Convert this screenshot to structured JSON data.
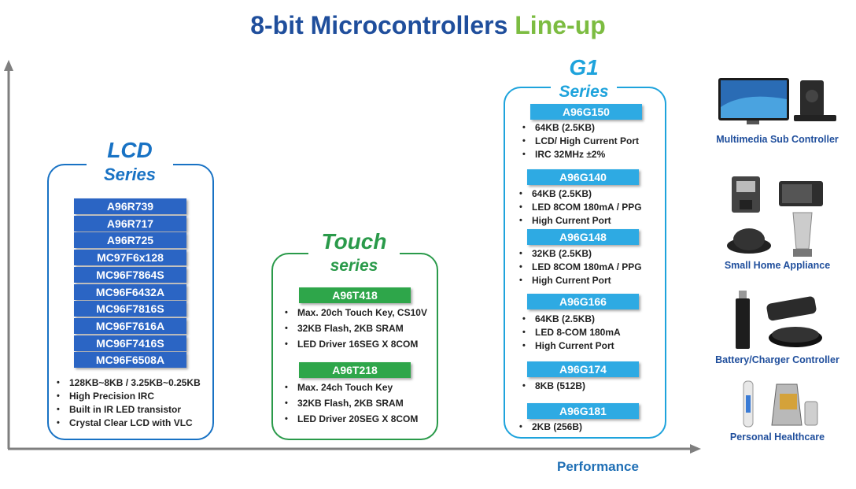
{
  "title": {
    "part1": "8-bit Microcontrollers",
    "part2": "Line-up"
  },
  "axis": {
    "xlabel": "Performance"
  },
  "lcd": {
    "title_line1": "LCD",
    "title_line2": "Series",
    "chips": [
      "A96R739",
      "A96R717",
      "A96R725",
      "MC97F6x128",
      "MC96F7864S",
      "MC96F6432A",
      "MC96F7816S",
      "MC96F7616A",
      "MC96F7416S",
      "MC96F6508A"
    ],
    "features": [
      "128KB~8KB / 3.25KB~0.25KB",
      "High Precision IRC",
      "Built in IR LED transistor",
      "Crystal Clear LCD with VLC"
    ]
  },
  "touch": {
    "title_line1": "Touch",
    "title_line2": "series",
    "groups": [
      {
        "chip": "A96T418",
        "features": [
          "Max. 20ch Touch Key, CS10V",
          "32KB Flash, 2KB SRAM",
          "LED Driver 16SEG X 8COM"
        ]
      },
      {
        "chip": "A96T218",
        "features": [
          "Max. 24ch Touch Key",
          "32KB Flash, 2KB SRAM",
          "LED Driver 20SEG X 8COM"
        ]
      }
    ]
  },
  "g1": {
    "title_line1": "G1",
    "title_line2": "Series",
    "groups": [
      {
        "chip": "A96G150",
        "features": [
          "64KB (2.5KB)",
          "LCD/ High Current Port",
          "IRC 32MHz ±2%"
        ]
      },
      {
        "chip": "A96G140",
        "features": [
          "64KB (2.5KB)",
          "LED 8COM 180mA / PPG",
          "High Current Port"
        ]
      },
      {
        "chip": "A96G148",
        "features": [
          "32KB (2.5KB)",
          "LED 8COM 180mA / PPG",
          "High Current Port"
        ]
      },
      {
        "chip": "A96G166",
        "features": [
          "64KB (2.5KB)",
          "LED 8-COM 180mA",
          "High Current Port"
        ]
      },
      {
        "chip": "A96G174",
        "features": [
          "8KB (512B)"
        ]
      },
      {
        "chip": "A96G181",
        "features": [
          "2KB (256B)"
        ]
      }
    ]
  },
  "applications": [
    "Multimedia Sub Controller",
    "Small Home Appliance",
    "Battery/Charger Controller",
    "Personal Healthcare"
  ]
}
